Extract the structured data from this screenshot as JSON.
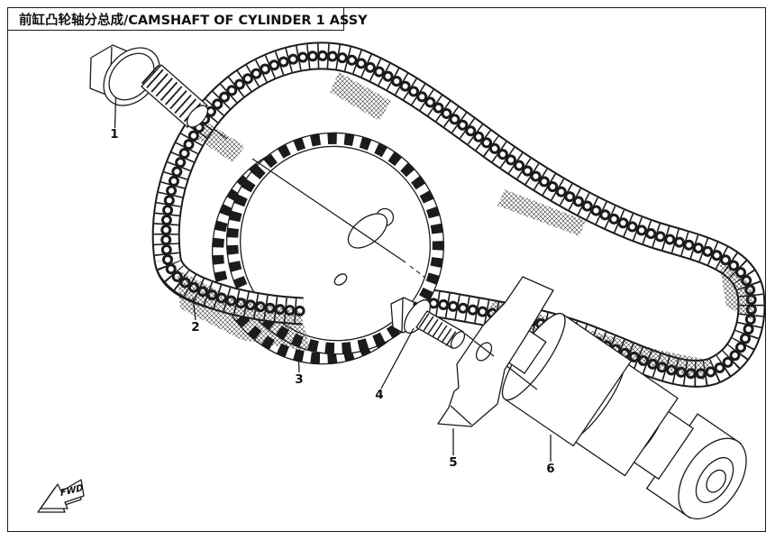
{
  "page": {
    "background": "#ffffff",
    "line_color": "#1b1b1b"
  },
  "header": {
    "title": "前缸凸轮轴分总成/CAMSHAFT OF CYLINDER 1 ASSY"
  },
  "callouts": [
    {
      "number": "1"
    },
    {
      "number": "2"
    },
    {
      "number": "3"
    },
    {
      "number": "4"
    },
    {
      "number": "5"
    },
    {
      "number": "6"
    }
  ],
  "direction_marker": {
    "label": "FWD"
  }
}
